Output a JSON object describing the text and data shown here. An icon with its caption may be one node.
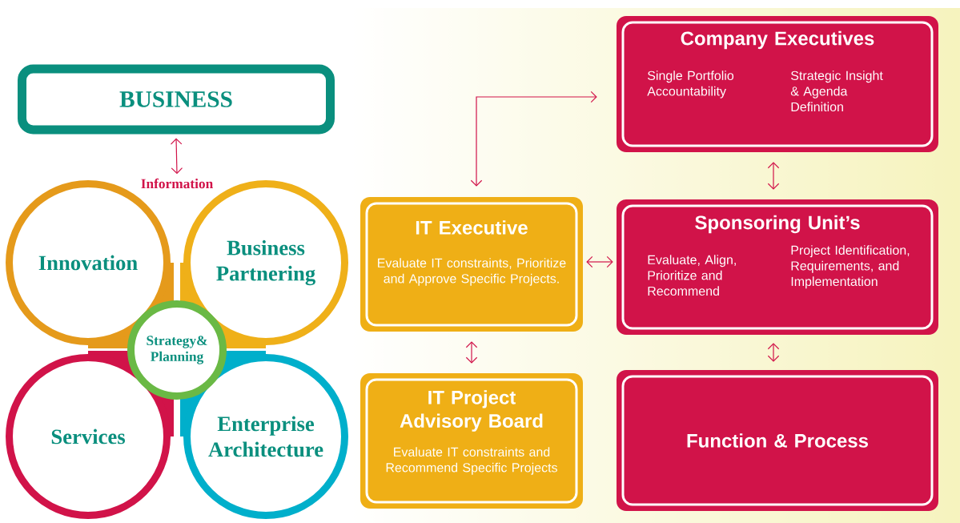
{
  "diagram": {
    "nodes": [
      {
        "text": [
          "BUSINESS"
        ]
      },
      {
        "text": [
          "Innovation"
        ]
      },
      {
        "text": [
          "Business Partnering"
        ]
      },
      {
        "text": [
          "Services"
        ]
      },
      {
        "text": [
          "Enterprise Architecture"
        ]
      },
      {
        "text": [
          "Strategy& Planning"
        ]
      },
      {
        "text": [
          "IT Executive",
          "Evaluate IT constraints, Prioritize and Approve Specific Projects."
        ]
      },
      {
        "text": [
          "Company Executives",
          "Single Portfolio Accountability",
          "Strategic Insight & Agenda Definition"
        ]
      },
      {
        "text": [
          "Sponsoring Unit’s",
          "Evaluate, Align, Prioritize and Recommend",
          "Project Identification, Requirements, and Implementation"
        ]
      },
      {
        "text": [
          "IT Project Advisory Board",
          "Evaluate IT constraints and Recommend Specific Projects"
        ]
      },
      {
        "text": [
          "Function & Process"
        ]
      },
      {
        "text": [
          "Information"
        ]
      }
    ],
    "edges": [
      {
        "from": 0,
        "to": 11,
        "arrow": "both"
      },
      {
        "from": 6,
        "to": 7,
        "arrow": "both"
      },
      {
        "from": 7,
        "to": 8,
        "arrow": "both"
      },
      {
        "from": 6,
        "to": 8,
        "arrow": "both"
      },
      {
        "from": 6,
        "to": 9,
        "arrow": "both"
      },
      {
        "from": 8,
        "to": 10,
        "arrow": "both"
      }
    ]
  }
}
